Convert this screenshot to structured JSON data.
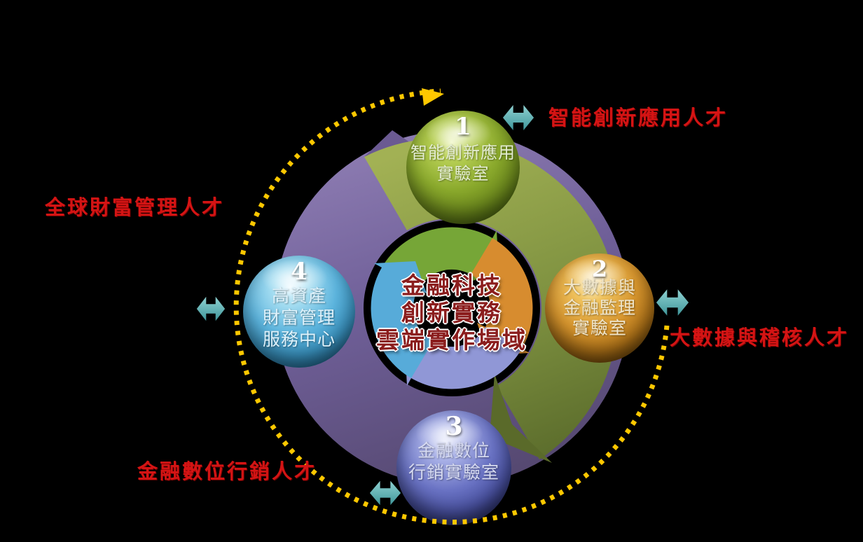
{
  "center": {
    "lines": [
      "金融科技",
      "創新實務",
      "雲端實作場域"
    ]
  },
  "spheres": [
    {
      "number": "1",
      "lines": [
        "智能創新應用",
        "實驗室"
      ]
    },
    {
      "number": "2",
      "lines": [
        "大數據與",
        "金融監理",
        "實驗室"
      ]
    },
    {
      "number": "3",
      "lines": [
        "金融數位",
        "行銷實驗室"
      ]
    },
    {
      "number": "4",
      "lines": [
        "高資產",
        "財富管理",
        "服務中心"
      ]
    }
  ],
  "labels": {
    "top_right": "智能創新應用人才",
    "right": "大數據與稽核人才",
    "bottom_left": "金融數位行銷人才",
    "left": "全球財富管理人才"
  },
  "colors": {
    "background": "#000000",
    "label_red": "#d41414",
    "center_text_red": "#8b1d1d",
    "ring_purple": "#7a6aa0",
    "ring_green": "#7e9140",
    "ring_dark_olive": "#5a6a2a",
    "cycle_green": "#76a637",
    "cycle_orange": "#d78c2f",
    "cycle_periwinkle": "#9097d6",
    "cycle_blue": "#57abd9",
    "teal_arrow": "#5fb3b5",
    "dashed_circle_gold": "#ffc800",
    "sphere1_green": "#7fa01e",
    "sphere2_orange": "#c07818",
    "sphere3_blue": "#4a50a0",
    "sphere4_cyan": "#3e9cc8"
  }
}
